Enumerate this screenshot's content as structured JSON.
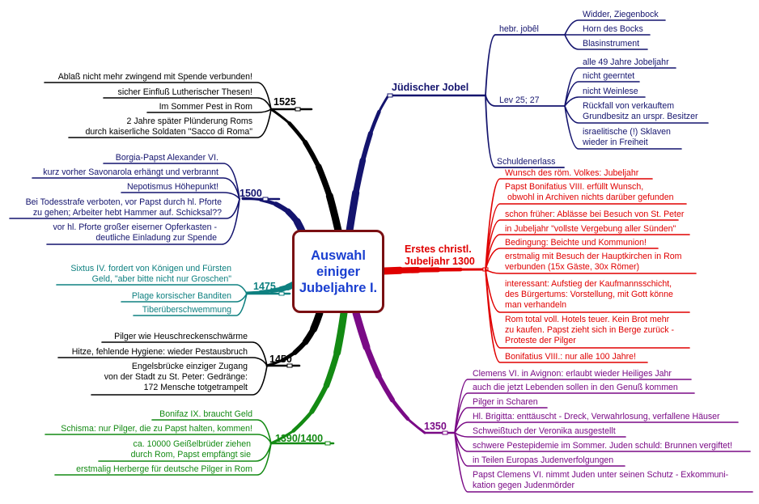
{
  "colors": {
    "center_border": "#7a0f12",
    "center_text": "#1a3fd0",
    "black": "#000000",
    "navy": "#14146e",
    "red": "#e00000",
    "purple": "#7a0a86",
    "teal": "#0e8080",
    "green": "#138a13"
  },
  "center": {
    "title": "Auswahl\neiniger\nJubeljahre I."
  },
  "branches": {
    "b1525": {
      "label": "1525",
      "leaves": [
        "Ablaß nicht mehr zwingend mit Spende verbunden!",
        "sicher Einfluß Lutherischer Thesen!",
        "Im Sommer Pest in Rom",
        "2 Jahre später Plünderung Roms\ndurch kaiserliche Soldaten \"Sacco di Roma\""
      ]
    },
    "b1500": {
      "label": "1500",
      "leaves": [
        "Borgia-Papst Alexander VI.",
        "kurz vorher Savonarola erhängt und verbrannt",
        "Nepotismus Höhepunkt!",
        "Bei Todesstrafe verboten, vor Papst durch hl. Pforte\nzu gehen; Arbeiter hebt Hammer auf. Schicksal??",
        "vor hl. Pforte großer eiserner Opferkasten -\ndeutliche Einladung zur Spende"
      ]
    },
    "b1475": {
      "label": "1475",
      "leaves": [
        "Sixtus IV. fordert von Königen und Fürsten\nGeld, \"aber bitte nicht nur Groschen\"",
        "Plage korsischer Banditen",
        "Tiberüberschwemmung"
      ]
    },
    "b1450": {
      "label": "1450",
      "leaves": [
        "Pilger wie Heuschreckenschwärme",
        "Hitze, fehlende Hygiene: wieder Pestausbruch",
        "Engelsbrücke einziger Zugang\nvon der Stadt zu St. Peter: Gedränge:\n172 Mensche totgetrampelt"
      ]
    },
    "b1390": {
      "label": "1390/1400",
      "leaves": [
        "Bonifaz IX. braucht Geld",
        "Schisma: nur Pilger, die zu Papst halten, kommen!",
        "ca. 10000 Geißelbrüder ziehen\ndurch Rom, Papst empfängt sie",
        "erstmalig Herberge für deutsche Pilger in Rom"
      ]
    },
    "juedisch": {
      "label": "Jüdischer Jobel",
      "hebr": {
        "label": "hebr. jobêl",
        "leaves": [
          "Widder, Ziegenbock",
          "Horn des Bocks",
          "Blasinstrument"
        ]
      },
      "lev": {
        "label": "Lev 25; 27",
        "leaves": [
          "alle 49 Jahre Jobeljahr",
          "nicht geerntet",
          "nicht Weinlese",
          "Rückfall von verkauftem\nGrundbesitz an urspr. Besitzer",
          "israelitische (!) Sklaven\nwieder in Freiheit"
        ]
      },
      "schulden": {
        "label": "Schuldenerlass"
      }
    },
    "b1300": {
      "label": "Erstes christl.\nJubeljahr 1300",
      "leaves": [
        "Wunsch des röm. Volkes: Jubeljahr",
        "Papst Bonifatius VIII. erfüllt Wunsch,\n obwohl in Archiven nichts darüber gefunden",
        "schon früher: Ablässe bei Besuch von St. Peter",
        "in Jubeljahr \"vollste Vergebung aller Sünden\"",
        "Bedingung: Beichte und Kommunion!",
        "erstmalig mit Besuch der Hauptkirchen in Rom\nverbunden (15x Gäste, 30x Römer)",
        "interessant: Aufstieg der Kaufmannsschicht,\ndes Bürgertums: Vorstellung, mit Gott könne\nman verhandeln",
        "Rom total voll. Hotels teuer. Kein Brot mehr\nzu kaufen. Papst zieht sich in Berge zurück -\nProteste der Pilger",
        "Bonifatius VIII.: nur alle 100 Jahre!"
      ]
    },
    "b1350": {
      "label": "1350",
      "leaves": [
        "Clemens VI. in Avignon: erlaubt wieder Heiliges Jahr",
        "auch die jetzt Lebenden sollen in den Genuß kommen",
        "Pilger in Scharen",
        "Hl. Brigitta: enttäuscht - Dreck, Verwahrlosung, verfallene Häuser",
        "Schweißtuch der Veronika ausgestellt",
        "schwere Pestepidemie im Sommer. Juden schuld: Brunnen vergiftet!",
        "in Teilen Europas Judenverfolgungen",
        "Papst Clemens VI. nimmt Juden unter seinen Schutz - Exkommuni-\nkation gegen Judenmörder"
      ]
    }
  }
}
